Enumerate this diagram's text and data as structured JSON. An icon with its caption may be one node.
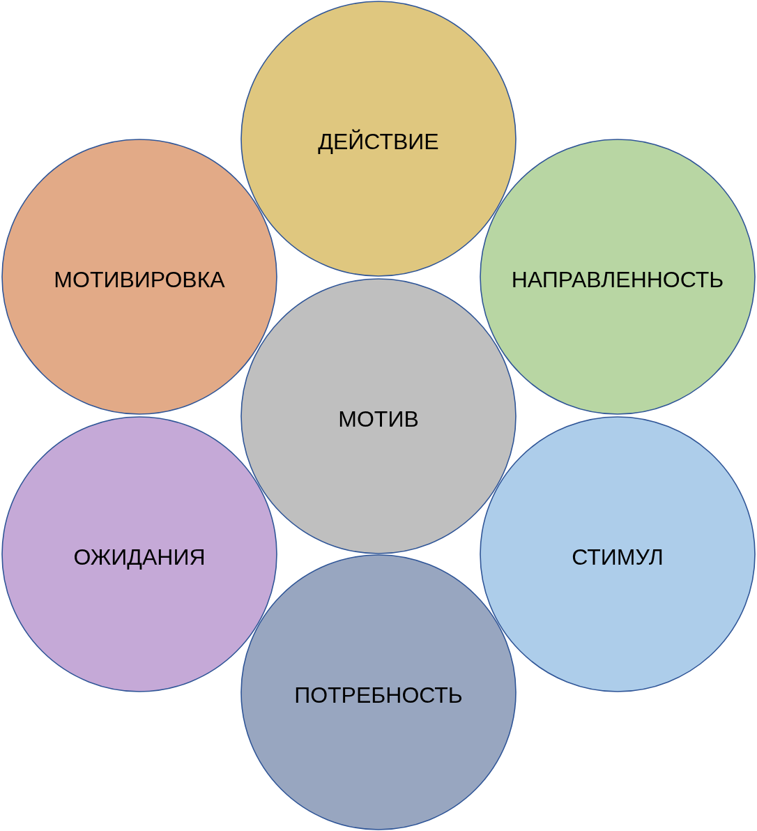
{
  "diagram": {
    "nodes": [
      {
        "text": [
          "ДЕЙСТВИЕ"
        ]
      },
      {
        "text": [
          "МОТИВИРОВКА"
        ]
      },
      {
        "text": [
          "НАПРАВЛЕННОСТЬ"
        ]
      },
      {
        "text": [
          "МОТИВ"
        ]
      },
      {
        "text": [
          "ОЖИДАНИЯ"
        ]
      },
      {
        "text": [
          "СТИМУЛ"
        ]
      },
      {
        "text": [
          "ПОТРЕБНОСТЬ"
        ]
      }
    ]
  }
}
